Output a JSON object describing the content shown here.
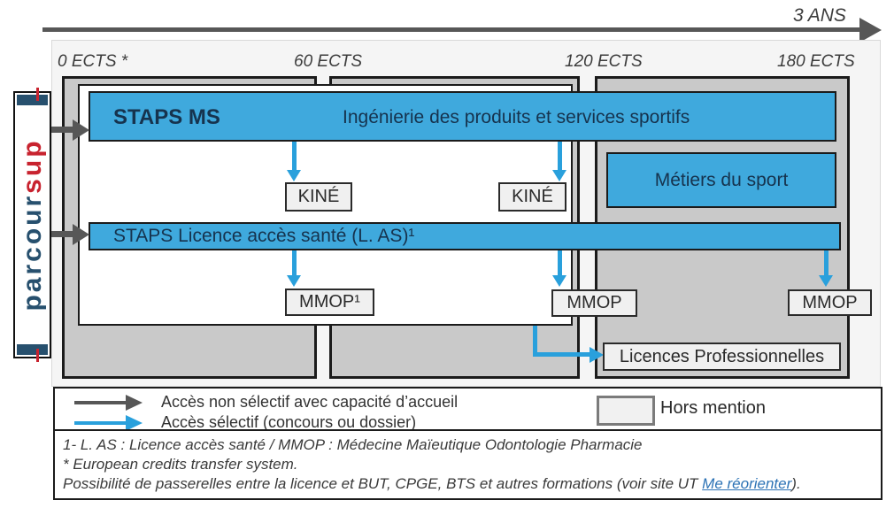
{
  "timeline": {
    "duration_label": "3 ANS",
    "ects_labels": [
      "0 ECTS *",
      "60 ECTS",
      "120 ECTS",
      "180 ECTS"
    ]
  },
  "parcoursup": {
    "text_main": "parcour",
    "text_accent": "sup"
  },
  "diagram": {
    "bar_staps_ms": {
      "label_left": "STAPS MS",
      "label_right": "Ingénierie des produits et services sportifs"
    },
    "bar_las": {
      "label": "STAPS Licence accès santé (L. AS)¹"
    },
    "metiers_box": {
      "label": "Métiers du sport"
    },
    "kine_boxes": [
      "KINÉ",
      "KINÉ"
    ],
    "mmop_boxes": [
      "MMOP¹",
      "MMOP",
      "MMOP"
    ],
    "licences_pro": {
      "label": "Licences Professionnelles"
    }
  },
  "legend": {
    "non_selective": "Accès non sélectif avec capacité d’accueil",
    "selective": "Accès sélectif (concours ou dossier)",
    "hors_mention": "Hors mention"
  },
  "footnotes": {
    "line1": "1- L. AS : Licence accès santé / MMOP : Médecine Maïeutique Odontologie Pharmacie",
    "line2": "* European credits transfer system.",
    "line3_prefix": "Possibilité de passerelles entre la licence et BUT, CPGE, BTS et autres formations (voir site UT ",
    "line3_link": "Me réorienter",
    "line3_suffix": ")."
  },
  "colors": {
    "pathway_blue": "#3fa9dd",
    "bar_text_navy": "#16334e",
    "block_gray": "#c9c9c9",
    "arrow_gray": "#575757",
    "parcoursup_navy": "#27506e",
    "parcoursup_red": "#c8232f",
    "link_blue": "#2d73b5"
  }
}
